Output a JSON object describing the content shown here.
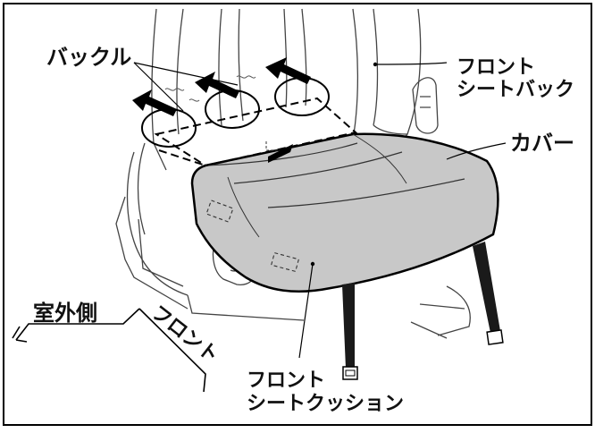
{
  "labels": {
    "buckle": "バックル",
    "front_seat_back_line1": "フロント",
    "front_seat_back_line2": "シートバック",
    "cover": "カバー",
    "outboard_side": "室外側",
    "front_direction": "フロント",
    "front_seat_cushion_line1": "フロント",
    "front_seat_cushion_line2": "シートクッション"
  }
}
